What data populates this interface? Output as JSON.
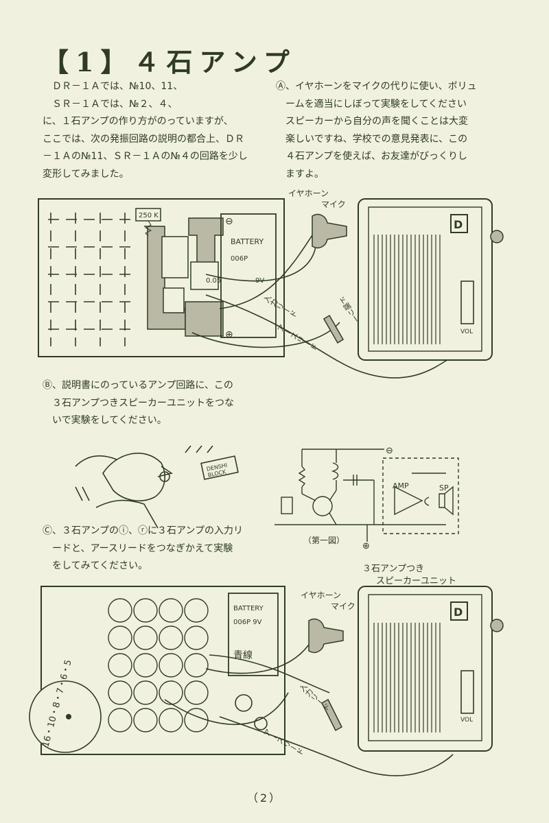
{
  "title": "【1】４石アンプ",
  "intro": "　ＤＲ－１Ａでは、№10、11、\n　ＳＲ－１Ａでは、№２、４、\nに、１石アンプの作り方がのっていますが、\nここでは、次の発振回路の説明の都合上、ＤＲ\n－１Ａの№11、ＳＲ－１Ａの№４の回路を少し\n変形してみました。",
  "section_a": "Ⓐ、イヤホーンをマイクの代りに使い、ボリュ\n　ームを適当にしぼって実験をしてください\n　スピーカーから自分の声を聞くことは大変\n　楽しいですね、学校での意見発表に、この\n　４石アンプを使えば、お友達がびっくりし\n　ますよ。",
  "section_b": "Ⓑ、説明書にのっているアンプ回路に、この\n　３石アンプつきスピーカーユニットをつな\n　いで実験をしてください。",
  "section_c": "Ⓒ、３石アンプのⓘ、ⓡに３石アンプの入力リ\n　ードと、アースリードをつなぎかえて実験\n　をしてみてください。",
  "fig1": {
    "resistor": "250 K",
    "battery": "BATTERY",
    "battery_type": "006P",
    "voltage": "9V",
    "capacitor": "0.05",
    "earphone_label_1": "イヤホーン",
    "earphone_label_2": "マイク",
    "input_lead": "入力リード",
    "earth_lead": "アースリード",
    "lead_tip": "ド端リー",
    "vol": "VOL"
  },
  "schematic": {
    "amp": "AMP",
    "sp": "SP",
    "caption": "（第一図）"
  },
  "cartoon": {
    "sign_1": "DENSHI",
    "sign_2": "BLOCK"
  },
  "fig2": {
    "unit_label_1": "３石アンプつき",
    "unit_label_2": "スピーカーユニット",
    "battery": "BATTERY",
    "battery_type": "006P  9V",
    "blue_wire": "青線",
    "earphone_label_1": "イヤホーン",
    "earphone_label_2": "マイク",
    "input_lead": "入力リード",
    "earth_lead": "アースリード",
    "vol": "VOL",
    "dial": "16・10・8・7・6・5"
  },
  "page_number": "（2）"
}
